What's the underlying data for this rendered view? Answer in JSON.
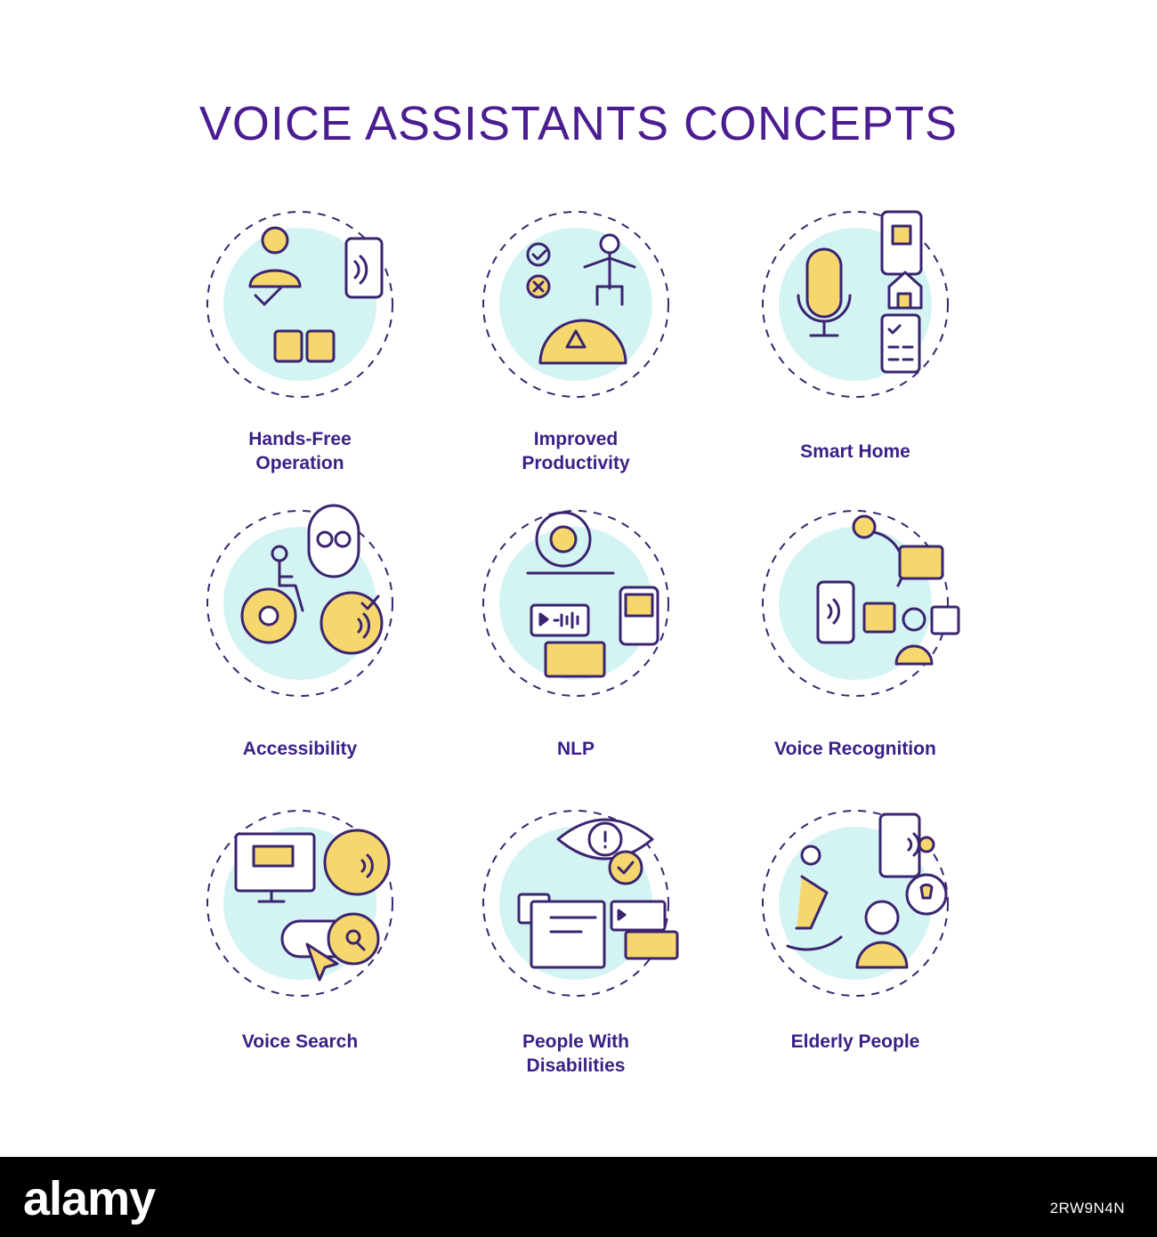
{
  "title": "VOICE ASSISTANTS CONCEPTS",
  "colors": {
    "title": "#4b1d91",
    "outline": "#3a2470",
    "accent_yellow": "#f5d76e",
    "accent_cyan": "#d4f3f3",
    "label": "#3b1f86",
    "footer_bg": "#000000",
    "footer_text": "#ffffff"
  },
  "concepts": [
    {
      "label": "Hands-Free\nOperation",
      "icon": "hands-free-icon"
    },
    {
      "label": "Improved\nProductivity",
      "icon": "productivity-icon"
    },
    {
      "label": "Smart Home",
      "icon": "smart-home-icon"
    },
    {
      "label": "Accessibility",
      "icon": "accessibility-icon"
    },
    {
      "label": "NLP",
      "icon": "nlp-icon"
    },
    {
      "label": "Voice Recognition",
      "icon": "voice-recognition-icon"
    },
    {
      "label": "Voice Search",
      "icon": "voice-search-icon"
    },
    {
      "label": "People With\nDisabilities",
      "icon": "disabilities-icon"
    },
    {
      "label": "Elderly People",
      "icon": "elderly-people-icon"
    }
  ],
  "footer": {
    "brand": "alamy",
    "stock_id": "2RW9N4N"
  }
}
